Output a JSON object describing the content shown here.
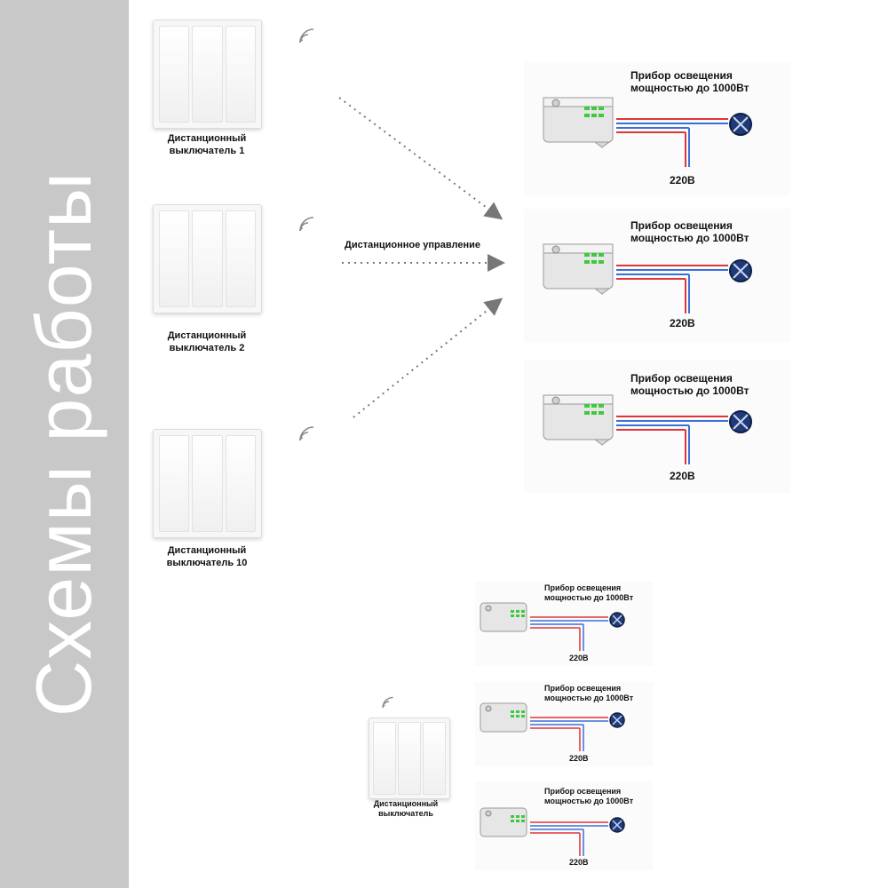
{
  "sidebar": {
    "title": "Схемы работы"
  },
  "top_diagram": {
    "switches": [
      {
        "label_line1": "Дистанционный",
        "label_line2": "выключатель 1"
      },
      {
        "label_line1": "Дистанционный",
        "label_line2": "выключатель 2"
      },
      {
        "label_line1": "Дистанционный",
        "label_line2": "выключатель 10"
      }
    ],
    "arrow_label": "Дистанционное управление",
    "receivers": [
      {
        "title_line1": "Прибор освещения",
        "title_line2": "мощностью до 1000Вт",
        "voltage": "220В"
      },
      {
        "title_line1": "Прибор освещения",
        "title_line2": "мощностью до 1000Вт",
        "voltage": "220В"
      },
      {
        "title_line1": "Прибор освещения",
        "title_line2": "мощностью до 1000Вт",
        "voltage": "220В"
      }
    ]
  },
  "bottom_diagram": {
    "switch": {
      "label_line1": "Дистанционный",
      "label_line2": "выключатель"
    },
    "receivers": [
      {
        "title_line1": "Прибор освещения",
        "title_line2": "мощностью до 1000Вт",
        "voltage": "220В"
      },
      {
        "title_line1": "Прибор освещения",
        "title_line2": "мощностью до 1000Вт",
        "voltage": "220В"
      },
      {
        "title_line1": "Прибор освещения",
        "title_line2": "мощностью до 1000Вт",
        "voltage": "220В"
      }
    ]
  },
  "colors": {
    "sidebar": "#c8c8c8",
    "wire_red": "#e0343a",
    "wire_blue": "#3a6fd8",
    "lamp": "#1f3a78",
    "led": "#3ec93e"
  },
  "icons": [
    "wifi-signal-icon",
    "lamp-icon",
    "receiver-module-icon"
  ]
}
